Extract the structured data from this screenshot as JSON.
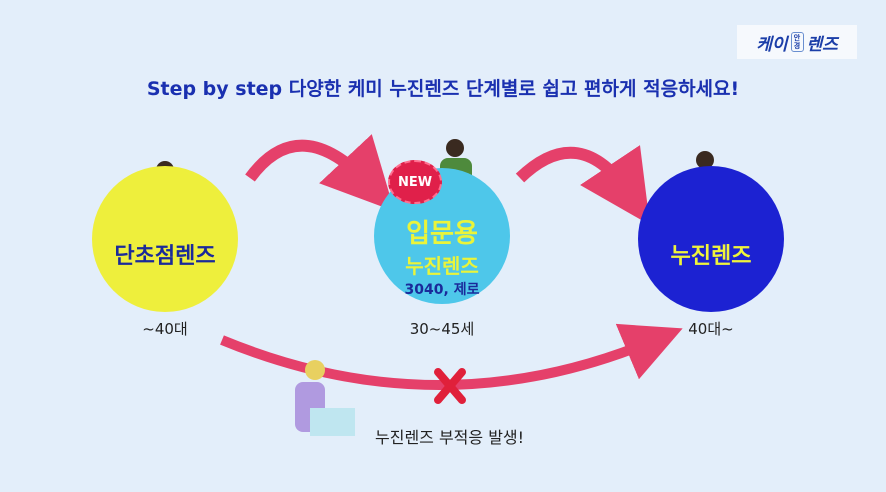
{
  "logo": {
    "text_left": "케이",
    "mini": "안경",
    "text_right": "렌즈"
  },
  "title": "Step by step 다양한 케미 누진렌즈 단계별로 쉽고 편하게 적응하세요!",
  "stages": [
    {
      "label": "단초점렌즈",
      "age": "~40대"
    },
    {
      "badge": "NEW",
      "label_line1": "입문용",
      "label_line2": "누진렌즈",
      "sub": "3040, 제로",
      "age": "30~45세"
    },
    {
      "label": "누진렌즈",
      "age": "40대~"
    }
  ],
  "warning": "누진렌즈 부적응 발생!",
  "colors": {
    "background": "#e3eefa",
    "title": "#1a30b0",
    "arrow": "#e5406a",
    "yellow": "#eeef3c",
    "cyan": "#4ec7ea",
    "blue": "#1c22d2"
  }
}
